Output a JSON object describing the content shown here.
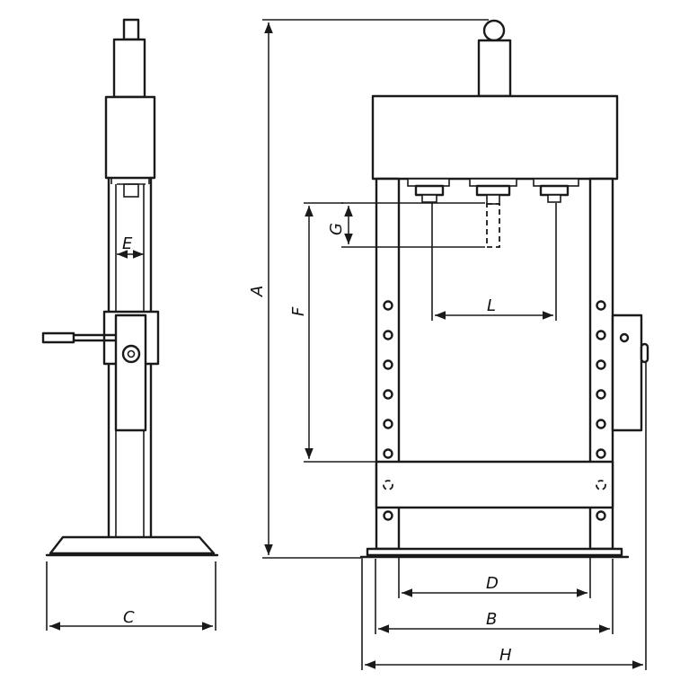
{
  "dimension_labels": {
    "A": "A",
    "B": "B",
    "C": "C",
    "D": "D",
    "E": "E",
    "F": "F",
    "G": "G",
    "H": "H",
    "L": "L"
  }
}
